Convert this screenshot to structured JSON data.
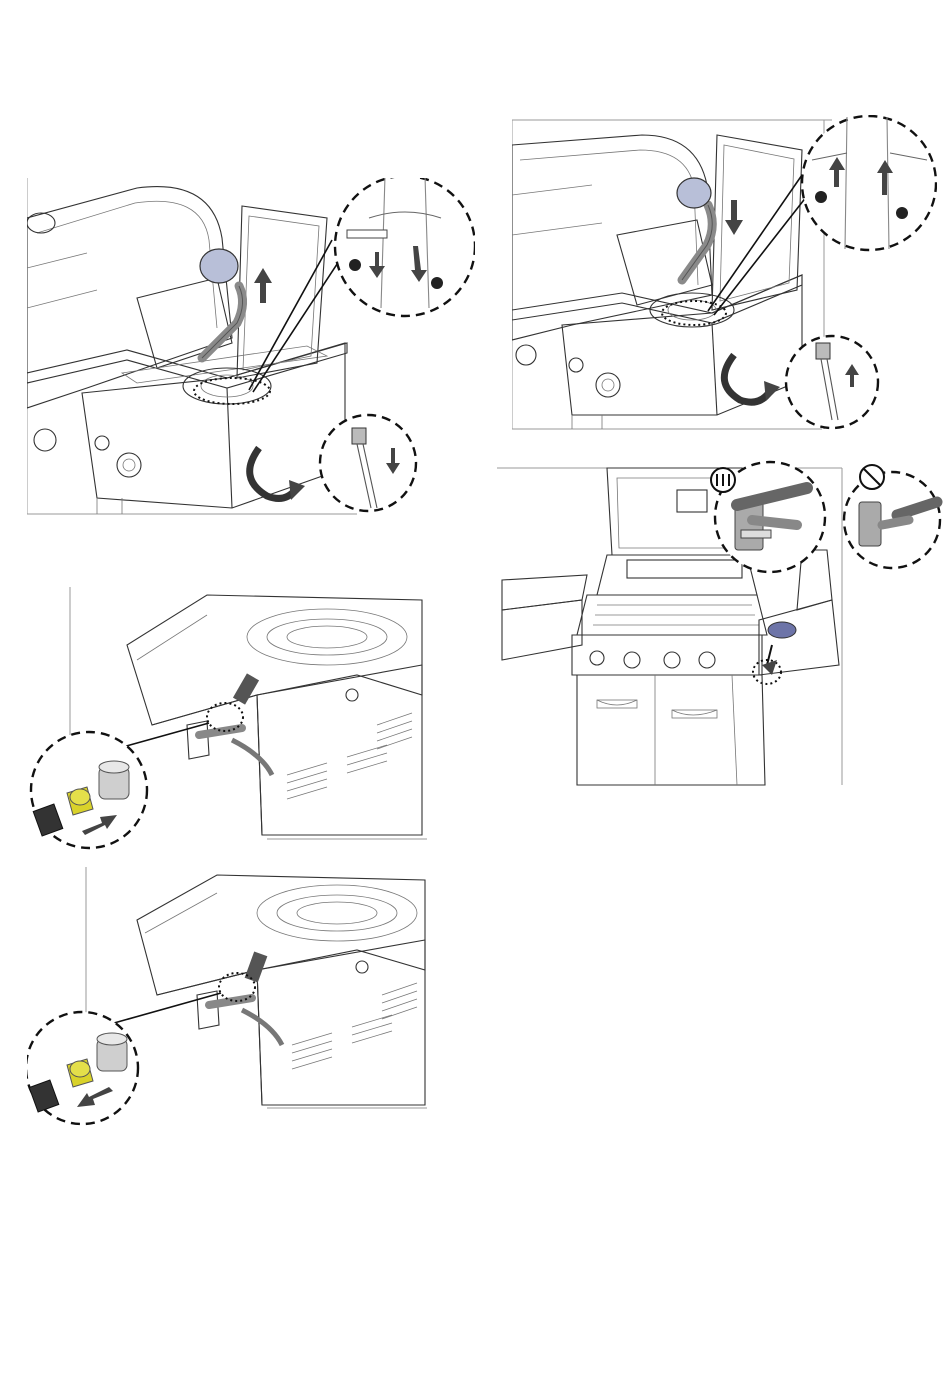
{
  "page": {
    "background": "#ffffff"
  },
  "colors": {
    "line": "#333333",
    "callout_border": "#111111",
    "shield_blue": "#b8bfd8",
    "brass": "#d9d22a",
    "hose_gray": "#8a8a8a"
  },
  "figures": [
    {
      "id": "fig-remove-burner",
      "icon": "side-burner-removal-illustration"
    },
    {
      "id": "fig-install-burner",
      "icon": "side-burner-installation-illustration"
    },
    {
      "id": "fig-disconnect-fitting",
      "icon": "gas-fitting-disconnect-illustration"
    },
    {
      "id": "fig-connect-fitting",
      "icon": "gas-fitting-connect-illustration"
    },
    {
      "id": "fig-grill-overview",
      "icon": "grill-overview-illustration"
    }
  ],
  "indicators": {
    "correct_icon": "correct-symbol-icon",
    "incorrect_icon": "prohibited-symbol-icon"
  }
}
